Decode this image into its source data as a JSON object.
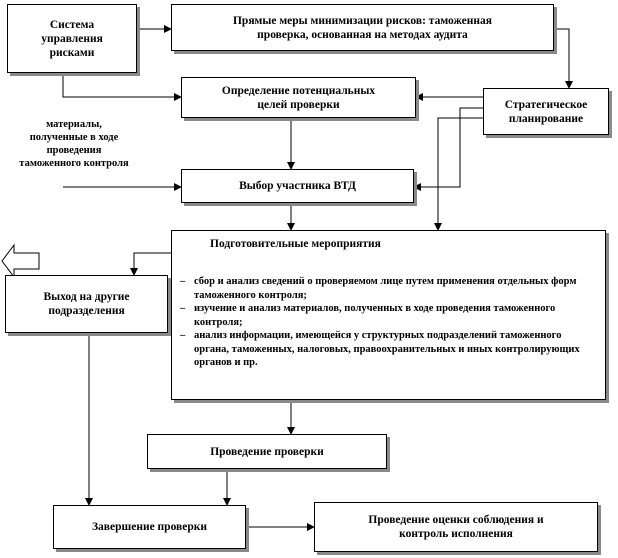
{
  "nodes": {
    "risk_system": "Система\nуправления\nрисками",
    "direct_measures": "Прямые меры минимизации рисков: таможенная\nпроверка, основанная на методах аудита",
    "define_targets": "Определение потенциальных\nцелей проверки",
    "strategic_planning": "Стратегическое\nпланирование",
    "select_participant": "Выбор участника ВТД",
    "preparatory_title": "Подготовительные мероприятия",
    "preparatory_items": [
      "сбор и анализ сведений о проверяемом лице путем применения отдельных форм таможенного контроля;",
      "изучение и анализ материалов, полученных в ходе проведения таможенного контроля;",
      "анализ информации, имеющейся у структурных подразделений таможенного органа, таможенных, налоговых, правоохранительных и иных контролирующих органов и пр."
    ],
    "other_units": "Выход на другие\nподразделения",
    "conduct_audit": "Проведение проверки",
    "complete_audit": "Завершение проверки",
    "evaluation": "Проведение оценки соблюдения и\nконтроль исполнения"
  },
  "side_note": "материалы,\nполученные в ходе\nпроведения\nтаможенного контроля"
}
